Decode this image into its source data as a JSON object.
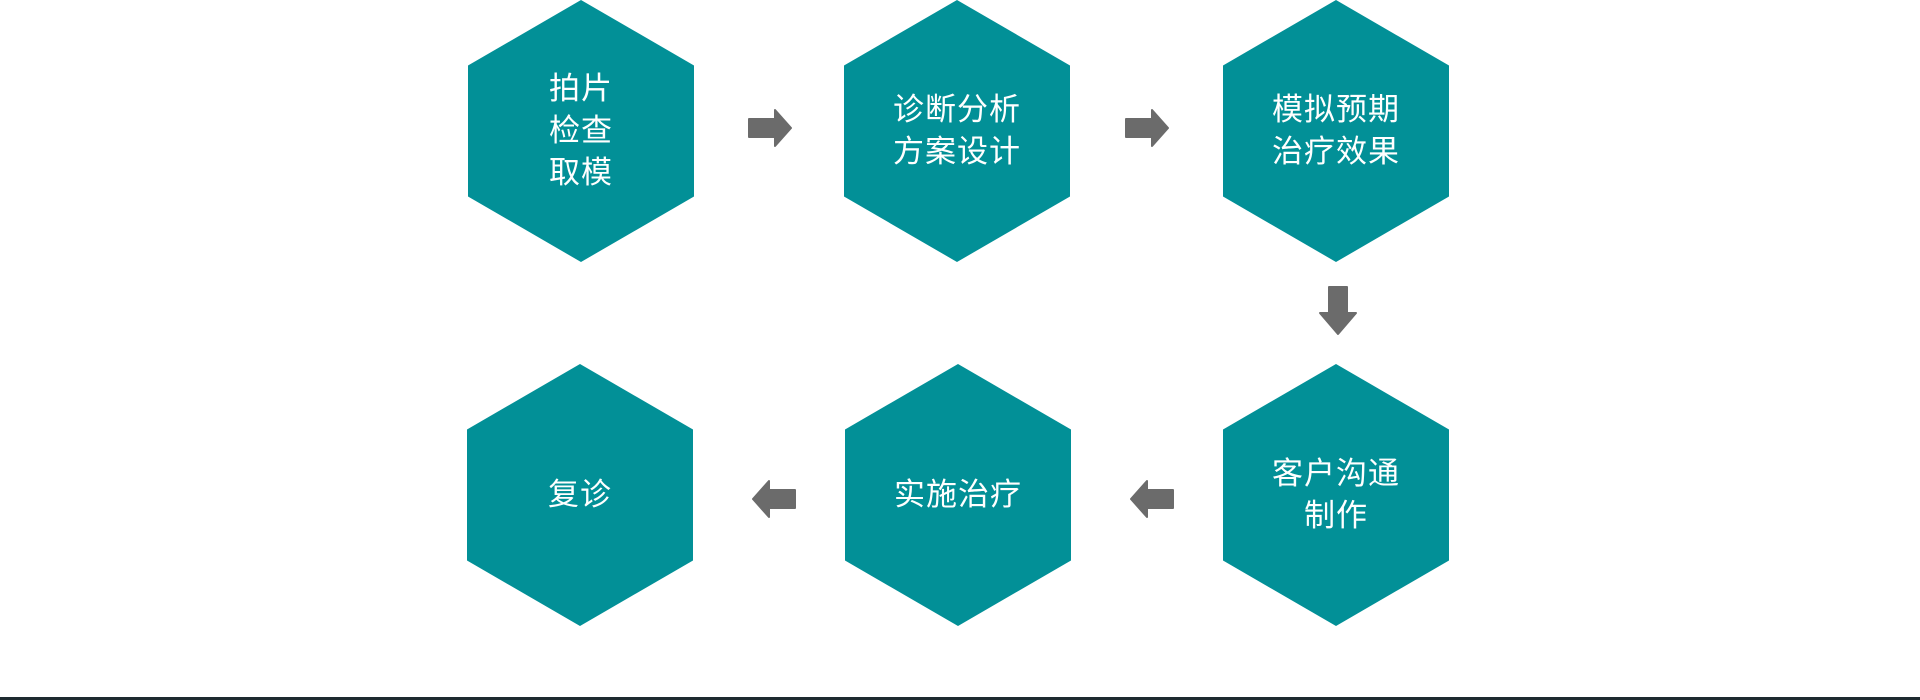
{
  "diagram": {
    "accent_color": "#029097",
    "arrow_color": "#6b6b6b",
    "steps": [
      {
        "id": "step-1",
        "lines": [
          "拍片",
          "检查",
          "取模"
        ]
      },
      {
        "id": "step-2",
        "lines": [
          "诊断分析",
          "方案设计"
        ]
      },
      {
        "id": "step-3",
        "lines": [
          "模拟预期",
          "治疗效果"
        ]
      },
      {
        "id": "step-4",
        "lines": [
          "客户沟通",
          "制作"
        ]
      },
      {
        "id": "step-5",
        "lines": [
          "实施治疗"
        ]
      },
      {
        "id": "step-6",
        "lines": [
          "复诊"
        ]
      }
    ],
    "arrows": [
      {
        "from": "step-1",
        "to": "step-2",
        "direction": "right"
      },
      {
        "from": "step-2",
        "to": "step-3",
        "direction": "right"
      },
      {
        "from": "step-3",
        "to": "step-4",
        "direction": "down"
      },
      {
        "from": "step-4",
        "to": "step-5",
        "direction": "left"
      },
      {
        "from": "step-5",
        "to": "step-6",
        "direction": "left"
      }
    ]
  }
}
